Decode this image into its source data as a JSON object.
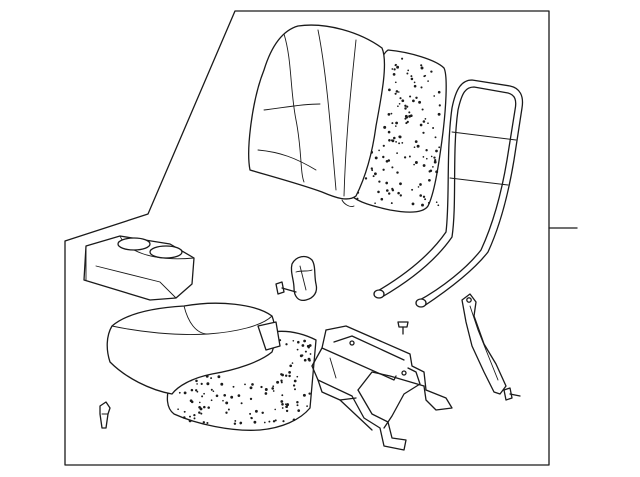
{
  "diagram": {
    "kind": "exploded parts illustration",
    "line_color": "#1a1a1a",
    "background": "#ffffff",
    "parts": [
      "seat-back-cover",
      "seat-back-pad",
      "seat-back-frame",
      "cup-holder-console",
      "recliner-knob",
      "knob-screw",
      "seat-cushion-cover",
      "seat-cushion-pad",
      "seat-frame",
      "small-bolt",
      "side-bracket",
      "bracket-bolt",
      "push-clip"
    ]
  }
}
